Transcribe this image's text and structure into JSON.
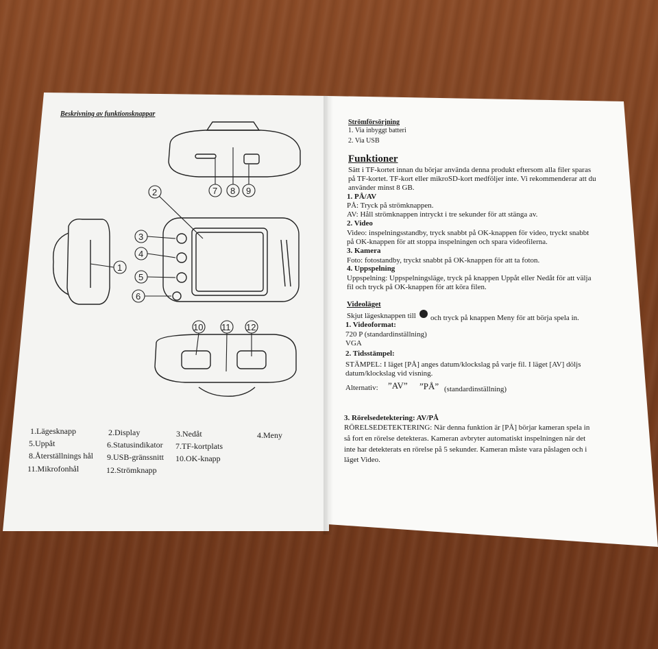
{
  "left": {
    "title": "Beskrivning av funktionsknappar",
    "callouts": [
      "1",
      "2",
      "3",
      "4",
      "5",
      "6",
      "7",
      "8",
      "9",
      "10",
      "11",
      "12"
    ],
    "legend": [
      [
        "1.Lägesknapp",
        "2.Display",
        "3.Nedåt",
        "4.Meny"
      ],
      [
        "5.Uppåt",
        "6.Statusindikator",
        "7.TF-kortplats",
        ""
      ],
      [
        "8.Återställnings hål",
        "9.USB-gränssnitt",
        "10.OK-knapp",
        ""
      ],
      [
        "11.Mikrofonhål",
        "12.Strömknapp",
        "",
        ""
      ]
    ]
  },
  "right": {
    "power_title": "Strömförsörjning",
    "power_1": "1. Via inbyggt batteri",
    "power_2": "2. Via USB",
    "functions_title": "Funktioner",
    "functions_intro_1": "Sätt i TF-kortet innan du börjar använda denna produkt eftersom alla filer sparas",
    "functions_intro_2": "på TF-kortet. TF-kort eller mikroSD-kort medföljer inte. Vi rekommenderar att du",
    "functions_intro_3": "använder minst 8 GB.",
    "onoff_title": "1. PÅ/AV",
    "onoff_1": "PÅ: Tryck på strömknappen.",
    "onoff_2": "AV: Håll strömknappen intryckt i tre sekunder för att stänga av.",
    "video_title": "2. Video",
    "video_1": "Video: inspelningsstandby, tryck snabbt på OK-knappen för video, tryckt snabbt",
    "video_2": "på OK-knappen för att stoppa inspelningen och spara videofilerna.",
    "camera_title": "3. Kamera",
    "camera_1": "Foto: fotostandby, tryckt snabbt på OK-knappen för att ta foton.",
    "playback_title": "4. Uppspelning",
    "playback_1": "Uppspelning: Uppspelningsläge, tryck på knappen Uppåt eller Nedåt för att välja",
    "playback_2": "fil och tryck på OK-knappen för att köra filen.",
    "videomode_title": "Videoläget",
    "videomode_1a": "Skjut lägesknappen till",
    "videomode_1b": "och tryck på knappen Meny för att börja spela in.",
    "videoformat_title": "1. Videoformat:",
    "videoformat_1": "720 P (standardinställning)",
    "videoformat_2": "VGA",
    "timestamp_title": "2. Tidsstämpel:",
    "timestamp_1": "STÄMPEL: I läget [PÅ] anges datum/klockslag på varje fil. I läget [AV] döljs",
    "timestamp_2": "datum/klockslag vid visning.",
    "alt_label": "Alternativ:",
    "alt_av": "”AV”",
    "alt_pa": "”PÅ”",
    "alt_default": "(standardinställning)",
    "motion_title": "3. Rörelsedetektering: AV/PÅ",
    "motion_1": "RÖRELSEDETEKTERING: När denna funktion är [PÅ] börjar kameran spela in",
    "motion_2": "så fort en rörelse detekteras. Kameran avbryter automatiskt inspelningen när det",
    "motion_3": "inte har detekterats en rörelse på 5 sekunder. Kameran måste vara påslagen och i",
    "motion_4": "läget Video."
  }
}
